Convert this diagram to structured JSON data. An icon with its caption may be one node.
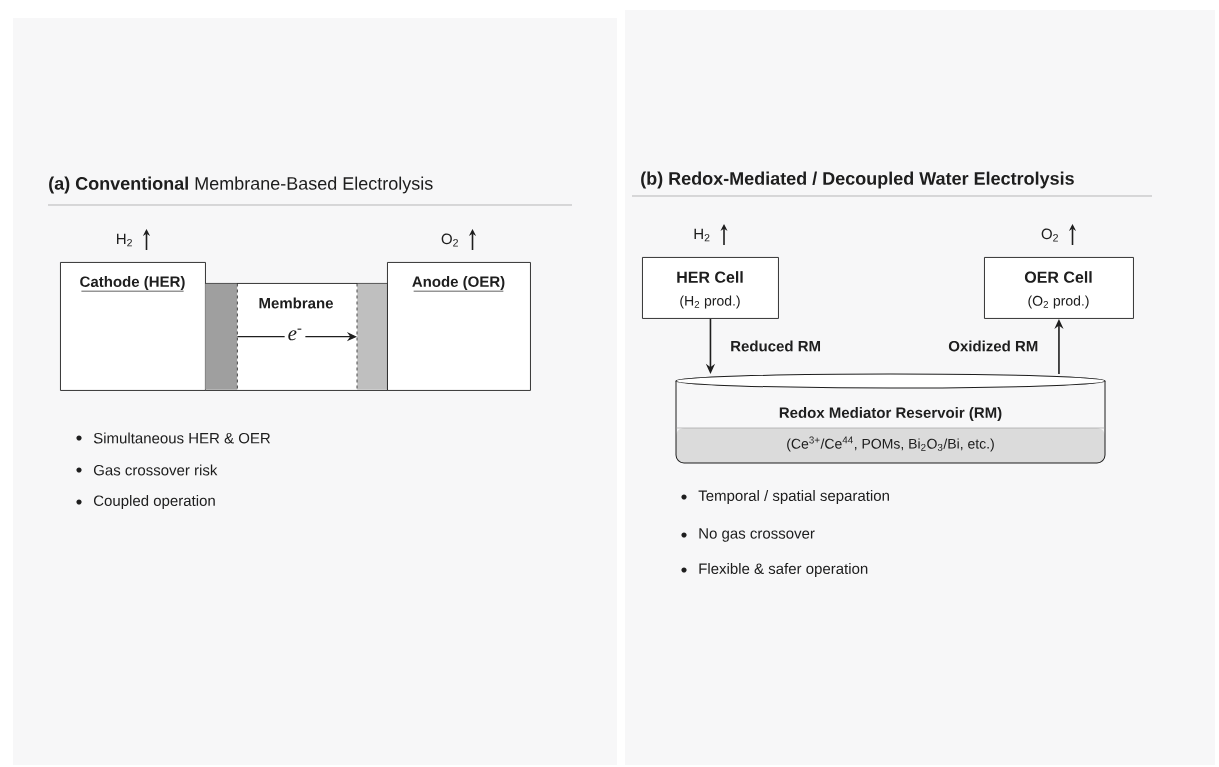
{
  "diagram": {
    "nodes": [
      {
        "text": [
          "Cathode (HER)"
        ],
        "beside": [
          "H$_{2}$"
        ]
      },
      {
        "text": [
          "Membrane"
        ]
      },
      {
        "text": [],
        "shape": "bar",
        "in": 1
      },
      {
        "text": [],
        "shape": "bar",
        "in": 1
      },
      {
        "text": [
          "Anode (OER)"
        ],
        "beside": [
          "O$_{2}$"
        ]
      },
      {
        "text": [
          "HER Cell",
          "(H$_{2}$ prod.)"
        ],
        "beside": [
          "H$_{2}$"
        ]
      },
      {
        "text": [
          "OER Cell",
          "(O$_{2}$ prod.)"
        ],
        "beside": [
          "O$_{2}$"
        ]
      },
      {
        "text": [
          "Redox Mediator Reservoir (RM)",
          "(Ce$^{3+}$/Ce$^{44}$, POMs, Bi$_{2}$O$_{3}$/Bi, etc.)"
        ]
      }
    ],
    "edges": [
      {
        "from": 2,
        "to": 3,
        "arrow": "to",
        "label": "*e*$^{-}$"
      },
      {
        "from": 5,
        "to": 7,
        "arrow": "to",
        "label": "Reduced RM"
      },
      {
        "from": 7,
        "to": 6,
        "arrow": "to",
        "label": "Oxidized RM"
      }
    ],
    "labels": [
      "**(a) Conventional** Membrane-Based Electrolysis",
      "Simultaneous HER & OER",
      "Gas crossover risk",
      "Coupled operation",
      "(b) Redox-Mediated / Decoupled Water Electrolysis",
      "Temporal / spatial separation",
      "No gas crossover",
      "Flexible & safer operation"
    ]
  }
}
